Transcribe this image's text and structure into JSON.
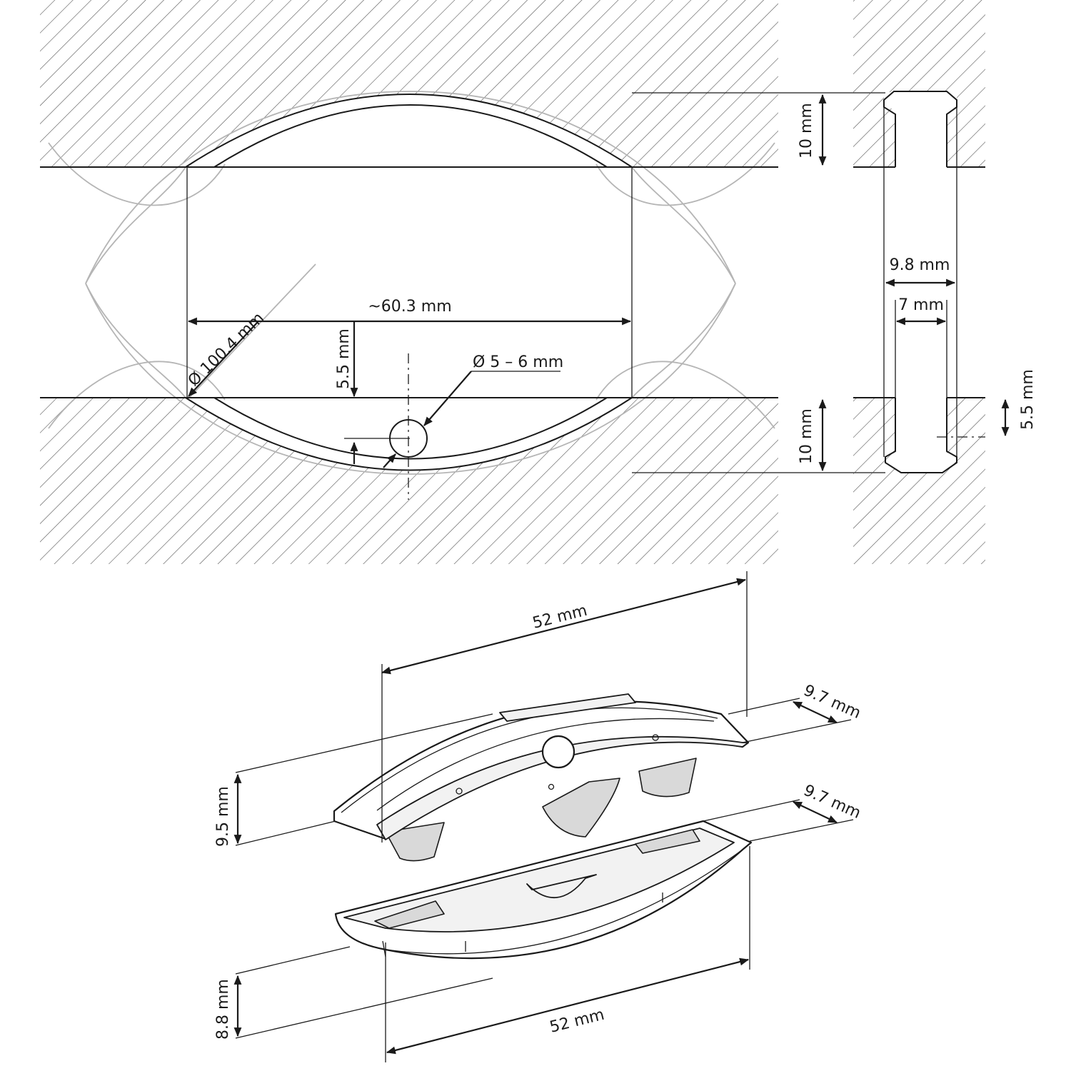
{
  "drawing": {
    "section_view": {
      "top_board_depth": "10 mm",
      "bottom_board_depth": "10 mm",
      "chord_length": "~60.3 mm",
      "arc_diameter": "Ø 100.4 mm",
      "hole_offset": "5.5 mm",
      "hole_diameter": "Ø 5 – 6 mm"
    },
    "side_view": {
      "groove_width": "9.8 mm",
      "slot_width": "7 mm",
      "hole_depth": "5.5 mm"
    },
    "connector": {
      "upper_length": "52 mm",
      "upper_thickness": "9.7 mm",
      "upper_height": "9.5 mm",
      "lower_thickness": "9.7 mm",
      "lower_length": "52 mm",
      "lower_height": "8.8 mm"
    }
  }
}
